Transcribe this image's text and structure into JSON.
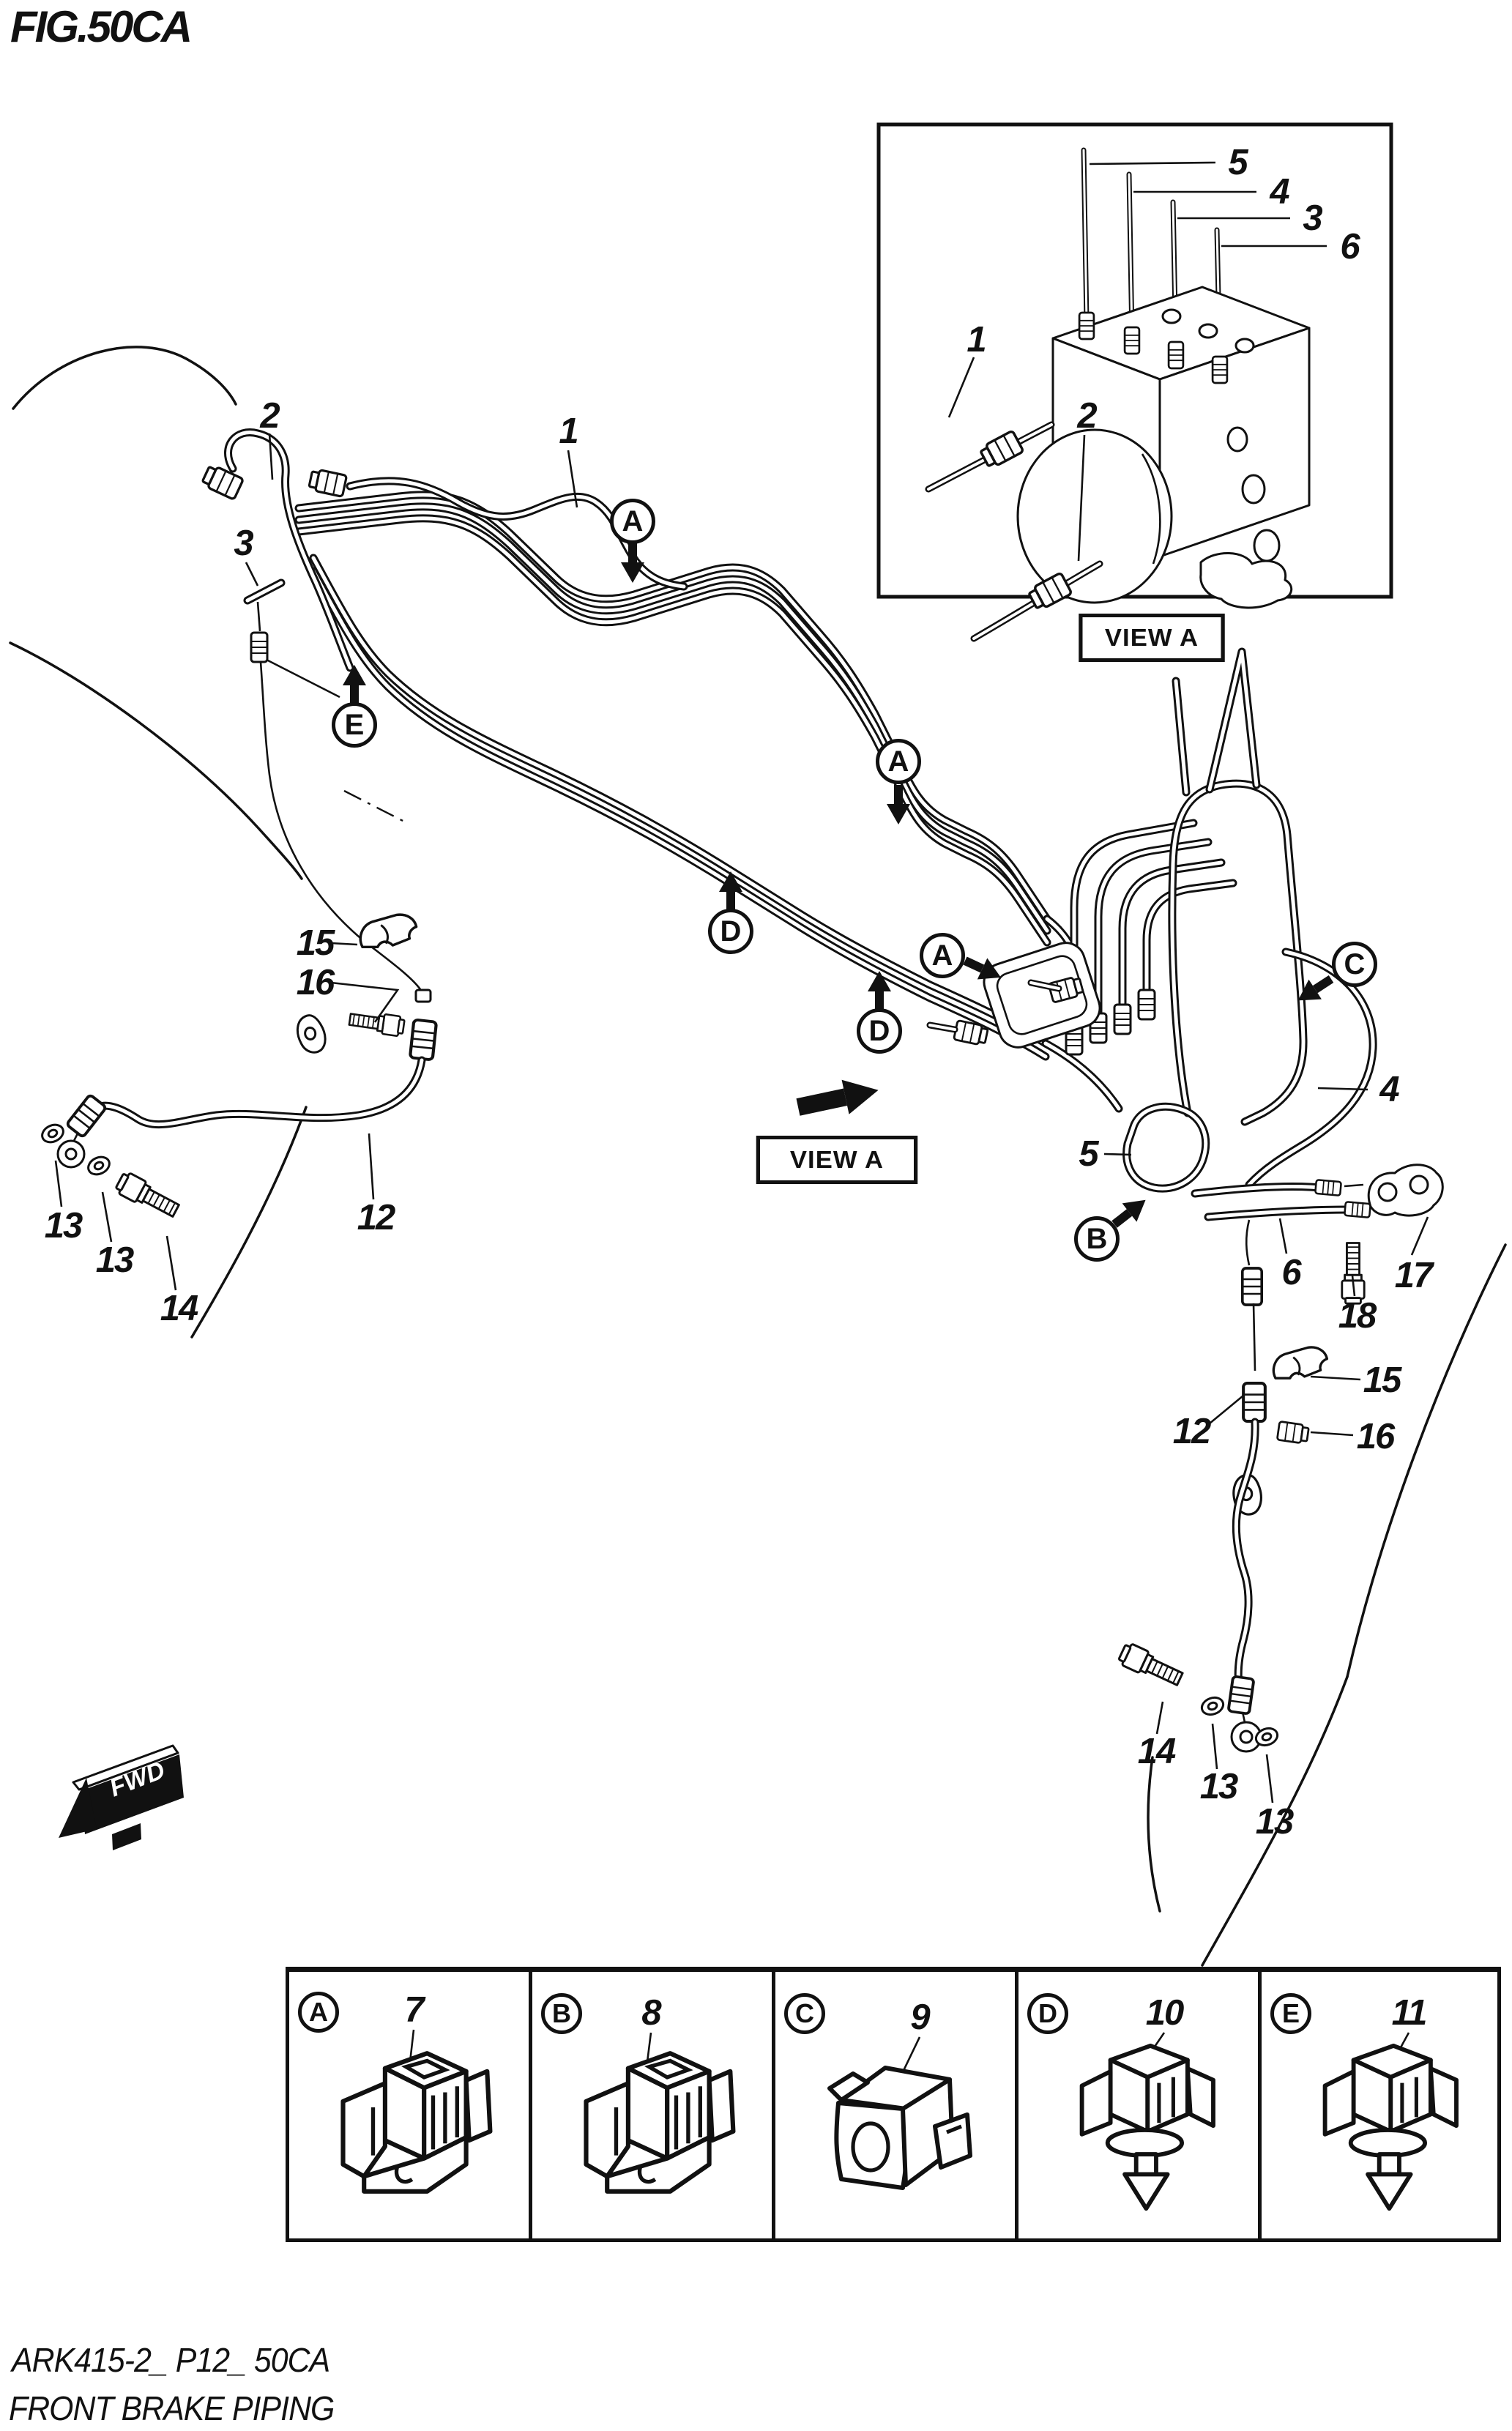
{
  "title": "FIG.50CA",
  "colors": {
    "ink": "#111111",
    "paper": "#ffffff"
  },
  "view_a_inset_label": "VIEW A",
  "view_a_main_label": "VIEW A",
  "fwd_label": "FWD",
  "ref_letters": {
    "A": "A",
    "B": "B",
    "C": "C",
    "D": "D",
    "E": "E"
  },
  "part_labels": {
    "p1": "1",
    "p2": "2",
    "p3": "3",
    "p4": "4",
    "p5": "5",
    "p6": "6",
    "p7": "7",
    "p8": "8",
    "p9": "9",
    "p10": "10",
    "p11": "11",
    "p12": "12",
    "p13": "13",
    "p14": "14",
    "p15": "15",
    "p16": "16",
    "p17": "17",
    "p18": "18"
  },
  "legend": {
    "cells": [
      {
        "letter": "A",
        "number": "7"
      },
      {
        "letter": "B",
        "number": "8"
      },
      {
        "letter": "C",
        "number": "9"
      },
      {
        "letter": "D",
        "number": "10"
      },
      {
        "letter": "E",
        "number": "11"
      }
    ]
  },
  "footer": {
    "doc_code": "ARK415-2_ P12_ 50CA",
    "figure_title": "FRONT BRAKE PIPING"
  }
}
